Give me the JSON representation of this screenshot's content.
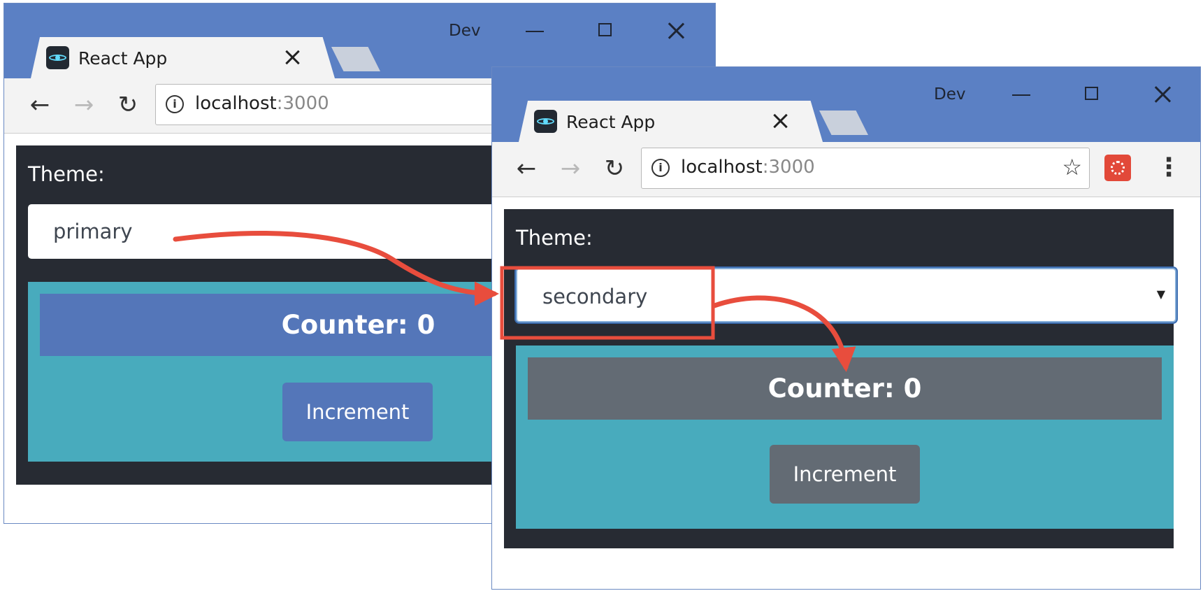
{
  "windows": [
    {
      "window_title": "Dev",
      "tab": {
        "title": "React App"
      },
      "nav": {
        "back": "←",
        "forward": "→",
        "reload": "↻"
      },
      "address": {
        "host": "localhost",
        "port": ":3000"
      },
      "app": {
        "theme_label": "Theme:",
        "theme_value": "primary",
        "counter": "Counter: 0",
        "increment": "Increment"
      },
      "theme_color": "#5476b9"
    },
    {
      "window_title": "Dev",
      "tab": {
        "title": "React App"
      },
      "nav": {
        "back": "←",
        "forward": "→",
        "reload": "↻"
      },
      "address": {
        "host": "localhost",
        "port": ":3000"
      },
      "icons": {
        "star": "☆",
        "menu": "⋮",
        "caret": "▼"
      },
      "app": {
        "theme_label": "Theme:",
        "theme_value": "secondary",
        "counter": "Counter: 0",
        "increment": "Increment"
      },
      "theme_color": "#636b74"
    }
  ],
  "colors": {
    "titlebar": "#5b80c4",
    "app_background": "#272b33",
    "panel": "#48abbd",
    "annotation": "#e84d3d"
  }
}
